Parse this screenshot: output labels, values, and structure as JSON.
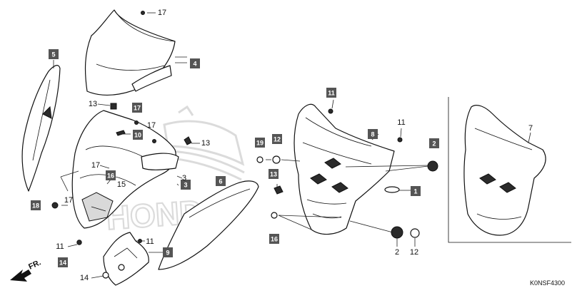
{
  "diagram": {
    "code": "K0NSF4300",
    "front_label": "FR.",
    "callouts": {
      "boxed": [
        "5",
        "4",
        "17",
        "10",
        "16",
        "3",
        "6",
        "18",
        "14",
        "9",
        "11",
        "8",
        "2",
        "19",
        "12",
        "13",
        "1",
        "16"
      ],
      "plain": [
        "17",
        "13",
        "17",
        "13",
        "17",
        "15",
        "17",
        "11",
        "11",
        "14",
        "3",
        "11",
        "2",
        "12",
        "7"
      ]
    }
  }
}
